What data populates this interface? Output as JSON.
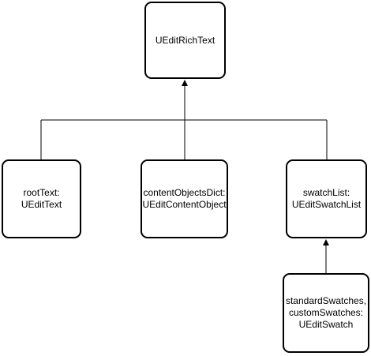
{
  "diagram": {
    "nodes": {
      "root": {
        "line1": "UEditRichText"
      },
      "root_text": {
        "line1": "rootText:",
        "line2": "UEditText"
      },
      "content_objects": {
        "line1": "contentObjectsDict:",
        "line2": "UEditContentObject"
      },
      "swatch_list": {
        "line1": "swatchList:",
        "line2": "UEditSwatchList"
      },
      "swatches": {
        "line1": "standardSwatches,",
        "line2": "customSwatches:",
        "line3": "UEditSwatch"
      }
    },
    "edges": [
      {
        "from": "root_text",
        "to": "root"
      },
      {
        "from": "content_objects",
        "to": "root"
      },
      {
        "from": "swatch_list",
        "to": "root"
      },
      {
        "from": "swatches",
        "to": "swatch_list"
      }
    ],
    "colors": {
      "stroke": "#000000",
      "fill": "#ffffff"
    }
  }
}
